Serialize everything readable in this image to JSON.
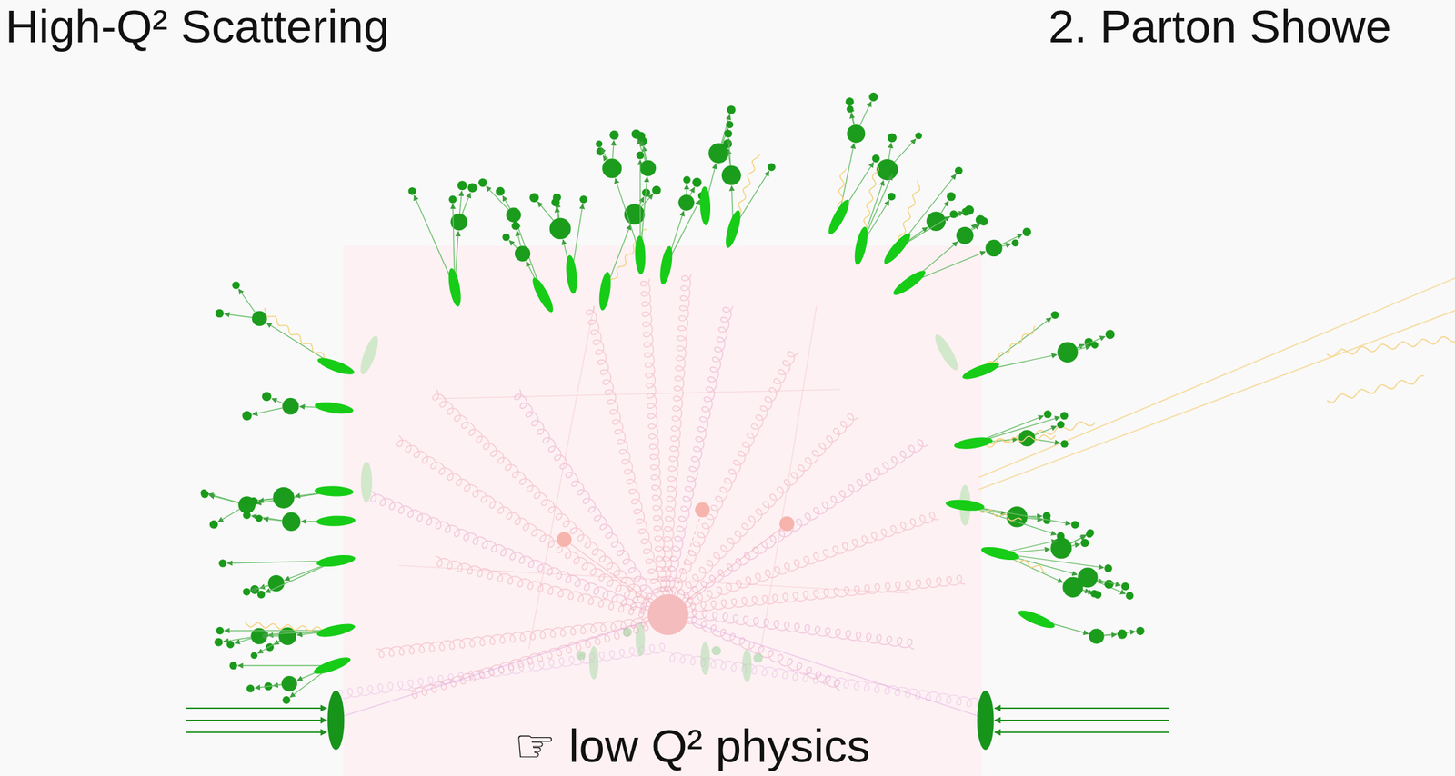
{
  "diagram": {
    "labels": [
      "High-Q² Scattering",
      "2. Parton Showe",
      "☞ low Q² physics"
    ]
  }
}
